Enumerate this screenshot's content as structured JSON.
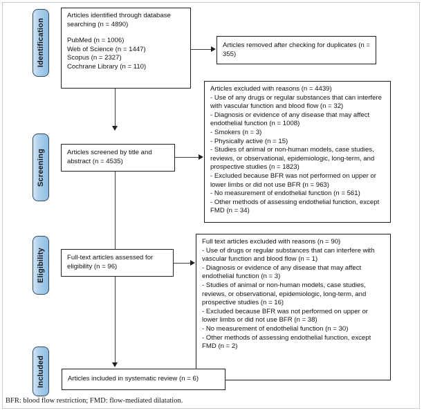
{
  "figure": {
    "type": "prisma-flow-diagram",
    "footnote": "BFR: blood flow restriction; FMD: flow-mediated dilatation."
  },
  "stages": [
    {
      "id": "identification",
      "label": "Identification"
    },
    {
      "id": "screening",
      "label": "Screening"
    },
    {
      "id": "eligibility",
      "label": "Eligibility"
    },
    {
      "id": "included",
      "label": "Included"
    }
  ],
  "boxes": {
    "identified": {
      "title": "Articles identified through database searching (n = 4890)",
      "sources": [
        "PubMed (n = 1006)",
        "Web of Science (n = 1447)",
        "Scopus (n = 2327)",
        "Cochrane Library (n = 110)"
      ]
    },
    "duplicates_removed": {
      "text": "Articles removed after checking for duplicates (n = 355)"
    },
    "screened": {
      "text": "Articles screened by title and abstract (n = 4535)"
    },
    "screening_excluded": {
      "title": "Articles excluded with reasons (n = 4439)",
      "reasons": [
        "- Use of any drugs or regular substances that can interfere with vascular function and blood flow (n = 32)",
        "- Diagnosis or evidence of any disease that may affect endothelial function (n = 1008)",
        "- Smokers (n = 3)",
        "- Physically active (n = 15)",
        "- Studies of animal or non-human models, case studies, reviews, or observational, epidemiologic, long-term, and prospective studies (n = 1823)",
        "- Excluded because BFR was not performed on upper or lower limbs or did not use BFR (n = 963)",
        "- No measurement of endothelial function (n = 561)",
        "- Other methods of assessing endothelial function, except FMD (n = 34)"
      ]
    },
    "fulltext_assessed": {
      "text": "Full-text articles assessed for eligibility (n = 96)"
    },
    "fulltext_excluded": {
      "title": "Full text articles excluded with reasons (n = 90)",
      "reasons": [
        "- Use of drugs or regular substances that can interfere with vascular function and blood flow (n = 1)",
        "- Diagnosis or evidence of any disease that may affect endothelial function (n = 3)",
        "- Studies of animal or non-human models, case studies, reviews, or observational, epidemiologic, long-term, and prospective studies (n = 16)",
        "- Excluded because BFR was not performed on upper or lower limbs or did not use BFR (n = 38)",
        "- No measurement of endothelial function (n = 30)",
        "- Other methods of assessing endothelial function, except FMD (n = 2)"
      ]
    },
    "included": {
      "text": "Articles included in systematic review (n = 6)"
    }
  },
  "chart_data": {
    "type": "diagram",
    "title": "PRISMA flow diagram",
    "nodes": [
      {
        "id": "identified",
        "stage": "Identification",
        "n": 4890
      },
      {
        "id": "pubmed",
        "stage": "Identification",
        "n": 1006
      },
      {
        "id": "web-of-science",
        "stage": "Identification",
        "n": 1447
      },
      {
        "id": "scopus",
        "stage": "Identification",
        "n": 2327
      },
      {
        "id": "cochrane-library",
        "stage": "Identification",
        "n": 110
      },
      {
        "id": "duplicates-removed",
        "stage": "Identification",
        "n": 355
      },
      {
        "id": "screened",
        "stage": "Screening",
        "n": 4535
      },
      {
        "id": "screening-excluded",
        "stage": "Screening",
        "n": 4439
      },
      {
        "id": "fulltext-assessed",
        "stage": "Eligibility",
        "n": 96
      },
      {
        "id": "fulltext-excluded",
        "stage": "Eligibility",
        "n": 90
      },
      {
        "id": "included",
        "stage": "Included",
        "n": 6
      }
    ],
    "edges": [
      {
        "from": "identified",
        "to": "duplicates-removed"
      },
      {
        "from": "identified",
        "to": "screened"
      },
      {
        "from": "screened",
        "to": "screening-excluded"
      },
      {
        "from": "screened",
        "to": "fulltext-assessed"
      },
      {
        "from": "fulltext-assessed",
        "to": "fulltext-excluded"
      },
      {
        "from": "fulltext-assessed",
        "to": "included"
      }
    ]
  },
  "colors": {
    "pill_fill_light": "#d4e5f7",
    "pill_fill_dark": "#8fbde2",
    "pill_border": "#2b4a66",
    "box_border": "#1a1a1a",
    "connector": "#3b3b3b",
    "text": "#111111"
  }
}
